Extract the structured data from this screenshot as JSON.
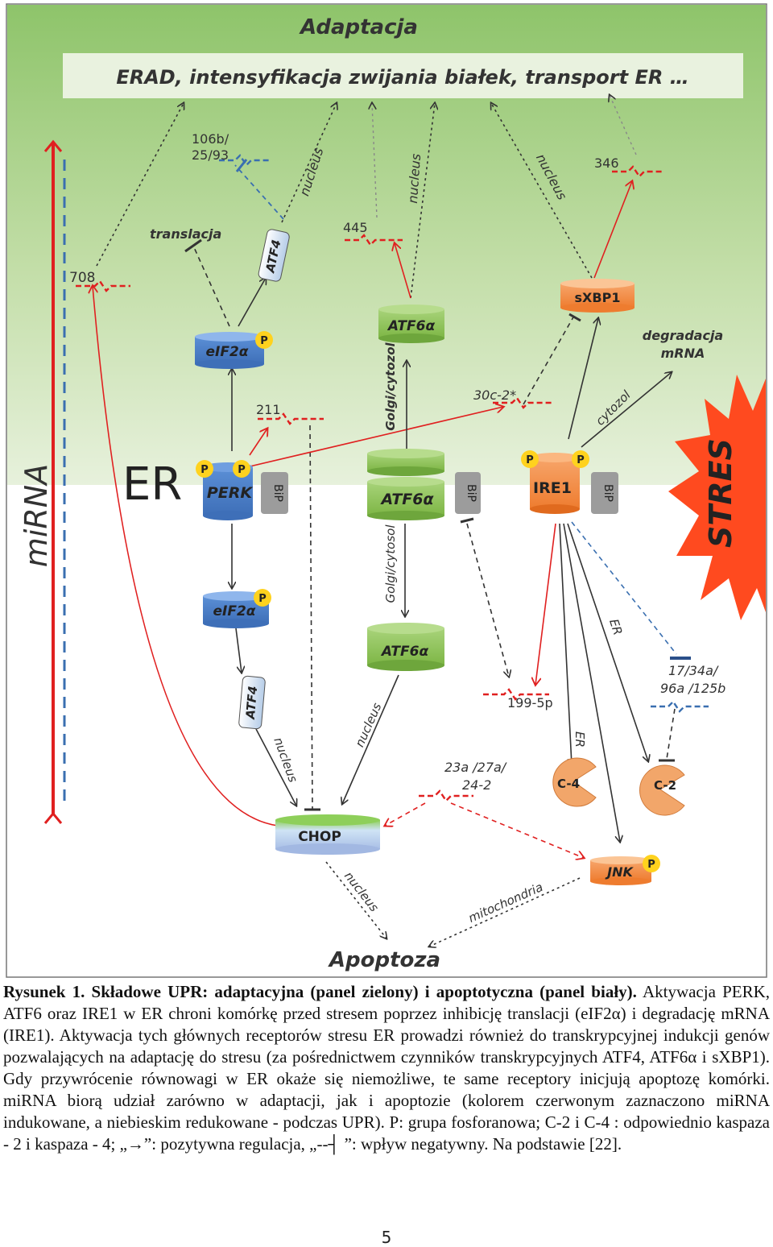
{
  "figure": {
    "title_top": "Adaptacja",
    "banner": "ERAD, intensyfikacja zwijania białek, transport ER  …",
    "title_bottom": "Apoptoza",
    "er_label": "ER",
    "mirna_label": "miRNA",
    "stres_label": "STRES",
    "proteins": {
      "perk": "PERK",
      "ire1": "IRE1",
      "atf6_golgi": "ATF6α",
      "atf6_mid": "ATF6α",
      "atf6_top": "ATF6α",
      "eif2a_top": "eIF2α",
      "eif2a_bottom": "eIF2α",
      "atf4_top": "ATF4",
      "atf4_bottom": "ATF4",
      "sxbp1": "sXBP1",
      "chop": "CHOP",
      "jnk": "JNK",
      "c4": "C-4",
      "c2": "C-2",
      "bip": "BiP",
      "p": "P"
    },
    "mirnas": {
      "m708": "708",
      "m106b": "106b/",
      "m25_93": "25/93",
      "m445": "445",
      "m346": "346",
      "m211": "211",
      "m30c": "30c-2*",
      "m199": "199-5p",
      "m17": "17/34a/",
      "m96a": "96a /125b",
      "m23a": "23a /27a/",
      "m24": "24-2"
    },
    "edge_labels": {
      "translacja": "translacja",
      "nucleus_atf4_top": "nucleus",
      "nucleus_atf6_top": "nucleus",
      "nucleus_sxbp1": "nucleus",
      "golgi_cytozol": "Golgi/cytozol",
      "golgi_cytosol": "Golgi/cytosol",
      "degradacja": "degradacja",
      "mrna": "mRNA",
      "cytozol": "cytozol",
      "nucleus_atf4_bottom": "nucleus",
      "nucleus_atf6_bottom": "nucleus",
      "nucleus_chop": "nucleus",
      "mitochondria": "mitochondria",
      "er_c4": "ER",
      "er_jnk": "ER"
    },
    "colors": {
      "adapt_top": "#9fcb77",
      "adapt_bottom": "#e6f0da",
      "banner": "#e8f1df",
      "mirna_up": "#e02020",
      "mirna_down": "#3a6fb0",
      "perk": "#4f7fc4",
      "ire1": "#f28a3c",
      "atf6": "#8bc34a",
      "chop": "#aebee0",
      "stres": "#ff4a1f"
    }
  },
  "caption": {
    "label": "Rysunek 1. Składowe UPR: adaptacyjna (panel zielony) i apoptotyczna (panel biały).",
    "text": "Aktywacja PERK, ATF6 oraz IRE1 w ER chroni komórkę przed stresem poprzez inhibicję translacji (eIF2α) i degradację mRNA (IRE1). Aktywacja tych głównych receptorów stresu ER prowadzi również do transkrypcyjnej indukcji genów pozwalających na adaptację do stresu (za pośrednictwem czynników transkrypcyjnych ATF4, ATF6α i sXBP1). Gdy przywrócenie równowagi w ER okaże się niemożliwe, te same receptory inicjują apoptozę komórki. miRNA biorą udział zarówno w adaptacji, jak i apoptozie (kolorem czerwonym zaznaczono miRNA indukowane, a niebieskim redukowane - podczas UPR). P: grupa fosforanowa; C-2 i C-4 : odpowiednio kaspaza - 2 i kaspaza - 4; „→”:  pozytywna regulacja, „--┤ ”: wpływ negatywny. Na podstawie [22]."
  },
  "page_number": "5"
}
